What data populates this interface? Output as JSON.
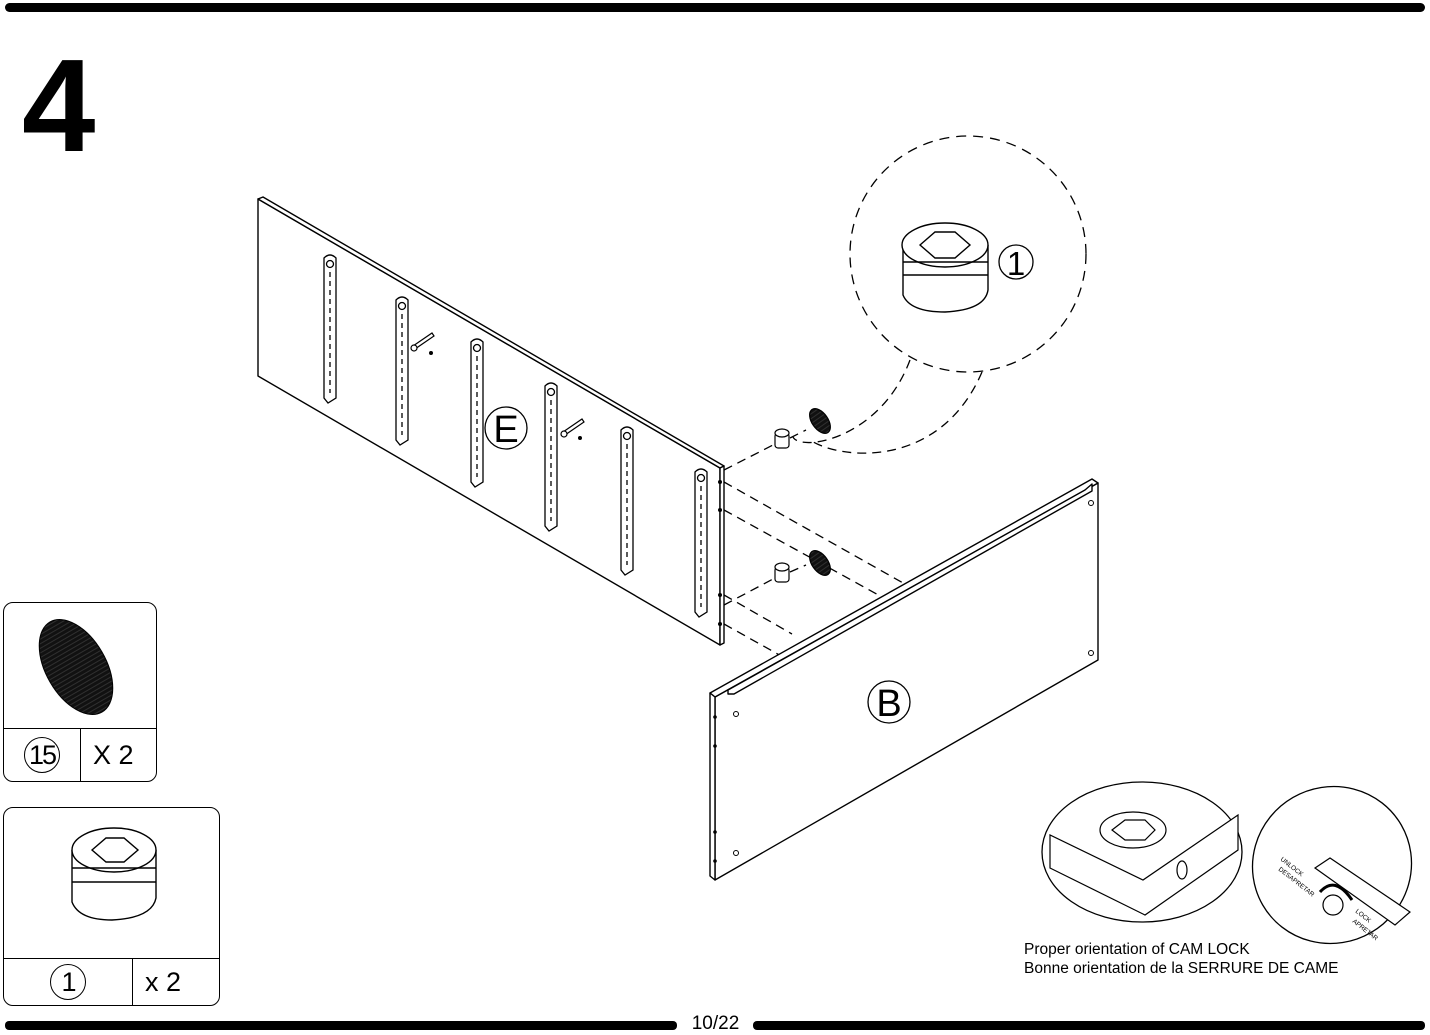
{
  "step": {
    "number": "4"
  },
  "parts": {
    "panel_e": "E",
    "panel_b": "B",
    "callout_part": "1"
  },
  "legend": [
    {
      "part_number": "15",
      "quantity": "X 2",
      "icon": "hole-cap-icon"
    },
    {
      "part_number": "1",
      "quantity": "x 2",
      "icon": "cam-lock-icon"
    }
  ],
  "caption": {
    "line1": "Proper orientation of CAM LOCK",
    "line2": "Bonne orientation de la SERRURE DE CAME",
    "unlock_label": "UNLOCK",
    "unlock_label_fr": "DESAPRETAR",
    "lock_label": "LOCK",
    "lock_label_fr": "APRETAR"
  },
  "footer": {
    "page": "10/22"
  }
}
